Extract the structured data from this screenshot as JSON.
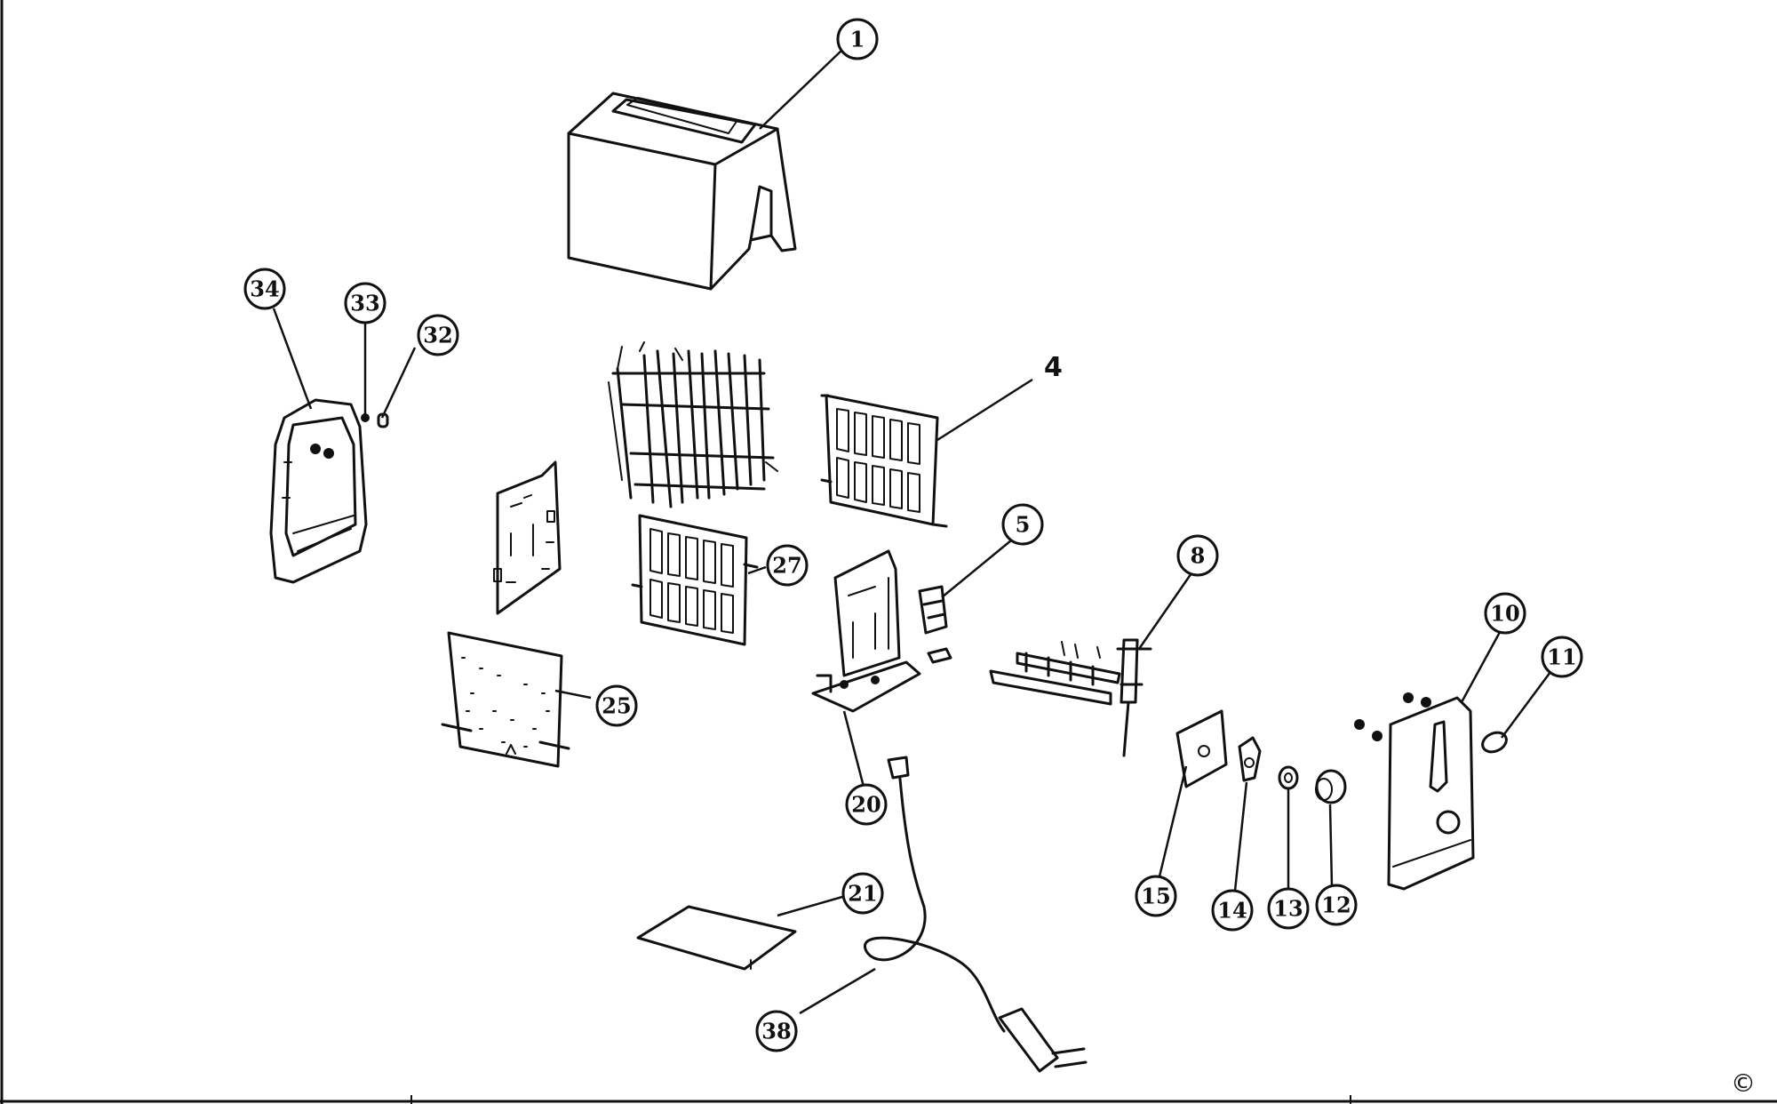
{
  "diagram": {
    "title": "Toaster exploded parts diagram",
    "copyright_symbol": "©",
    "callouts": [
      {
        "id": "1",
        "label": "1"
      },
      {
        "id": "4",
        "label": "4"
      },
      {
        "id": "5",
        "label": "5"
      },
      {
        "id": "8",
        "label": "8"
      },
      {
        "id": "10",
        "label": "10"
      },
      {
        "id": "11",
        "label": "11"
      },
      {
        "id": "12",
        "label": "12"
      },
      {
        "id": "13",
        "label": "13"
      },
      {
        "id": "14",
        "label": "14"
      },
      {
        "id": "15",
        "label": "15"
      },
      {
        "id": "20",
        "label": "20"
      },
      {
        "id": "21",
        "label": "21"
      },
      {
        "id": "25",
        "label": "25"
      },
      {
        "id": "27",
        "label": "27"
      },
      {
        "id": "32",
        "label": "32"
      },
      {
        "id": "33",
        "label": "33"
      },
      {
        "id": "34",
        "label": "34"
      },
      {
        "id": "38",
        "label": "38"
      }
    ]
  }
}
